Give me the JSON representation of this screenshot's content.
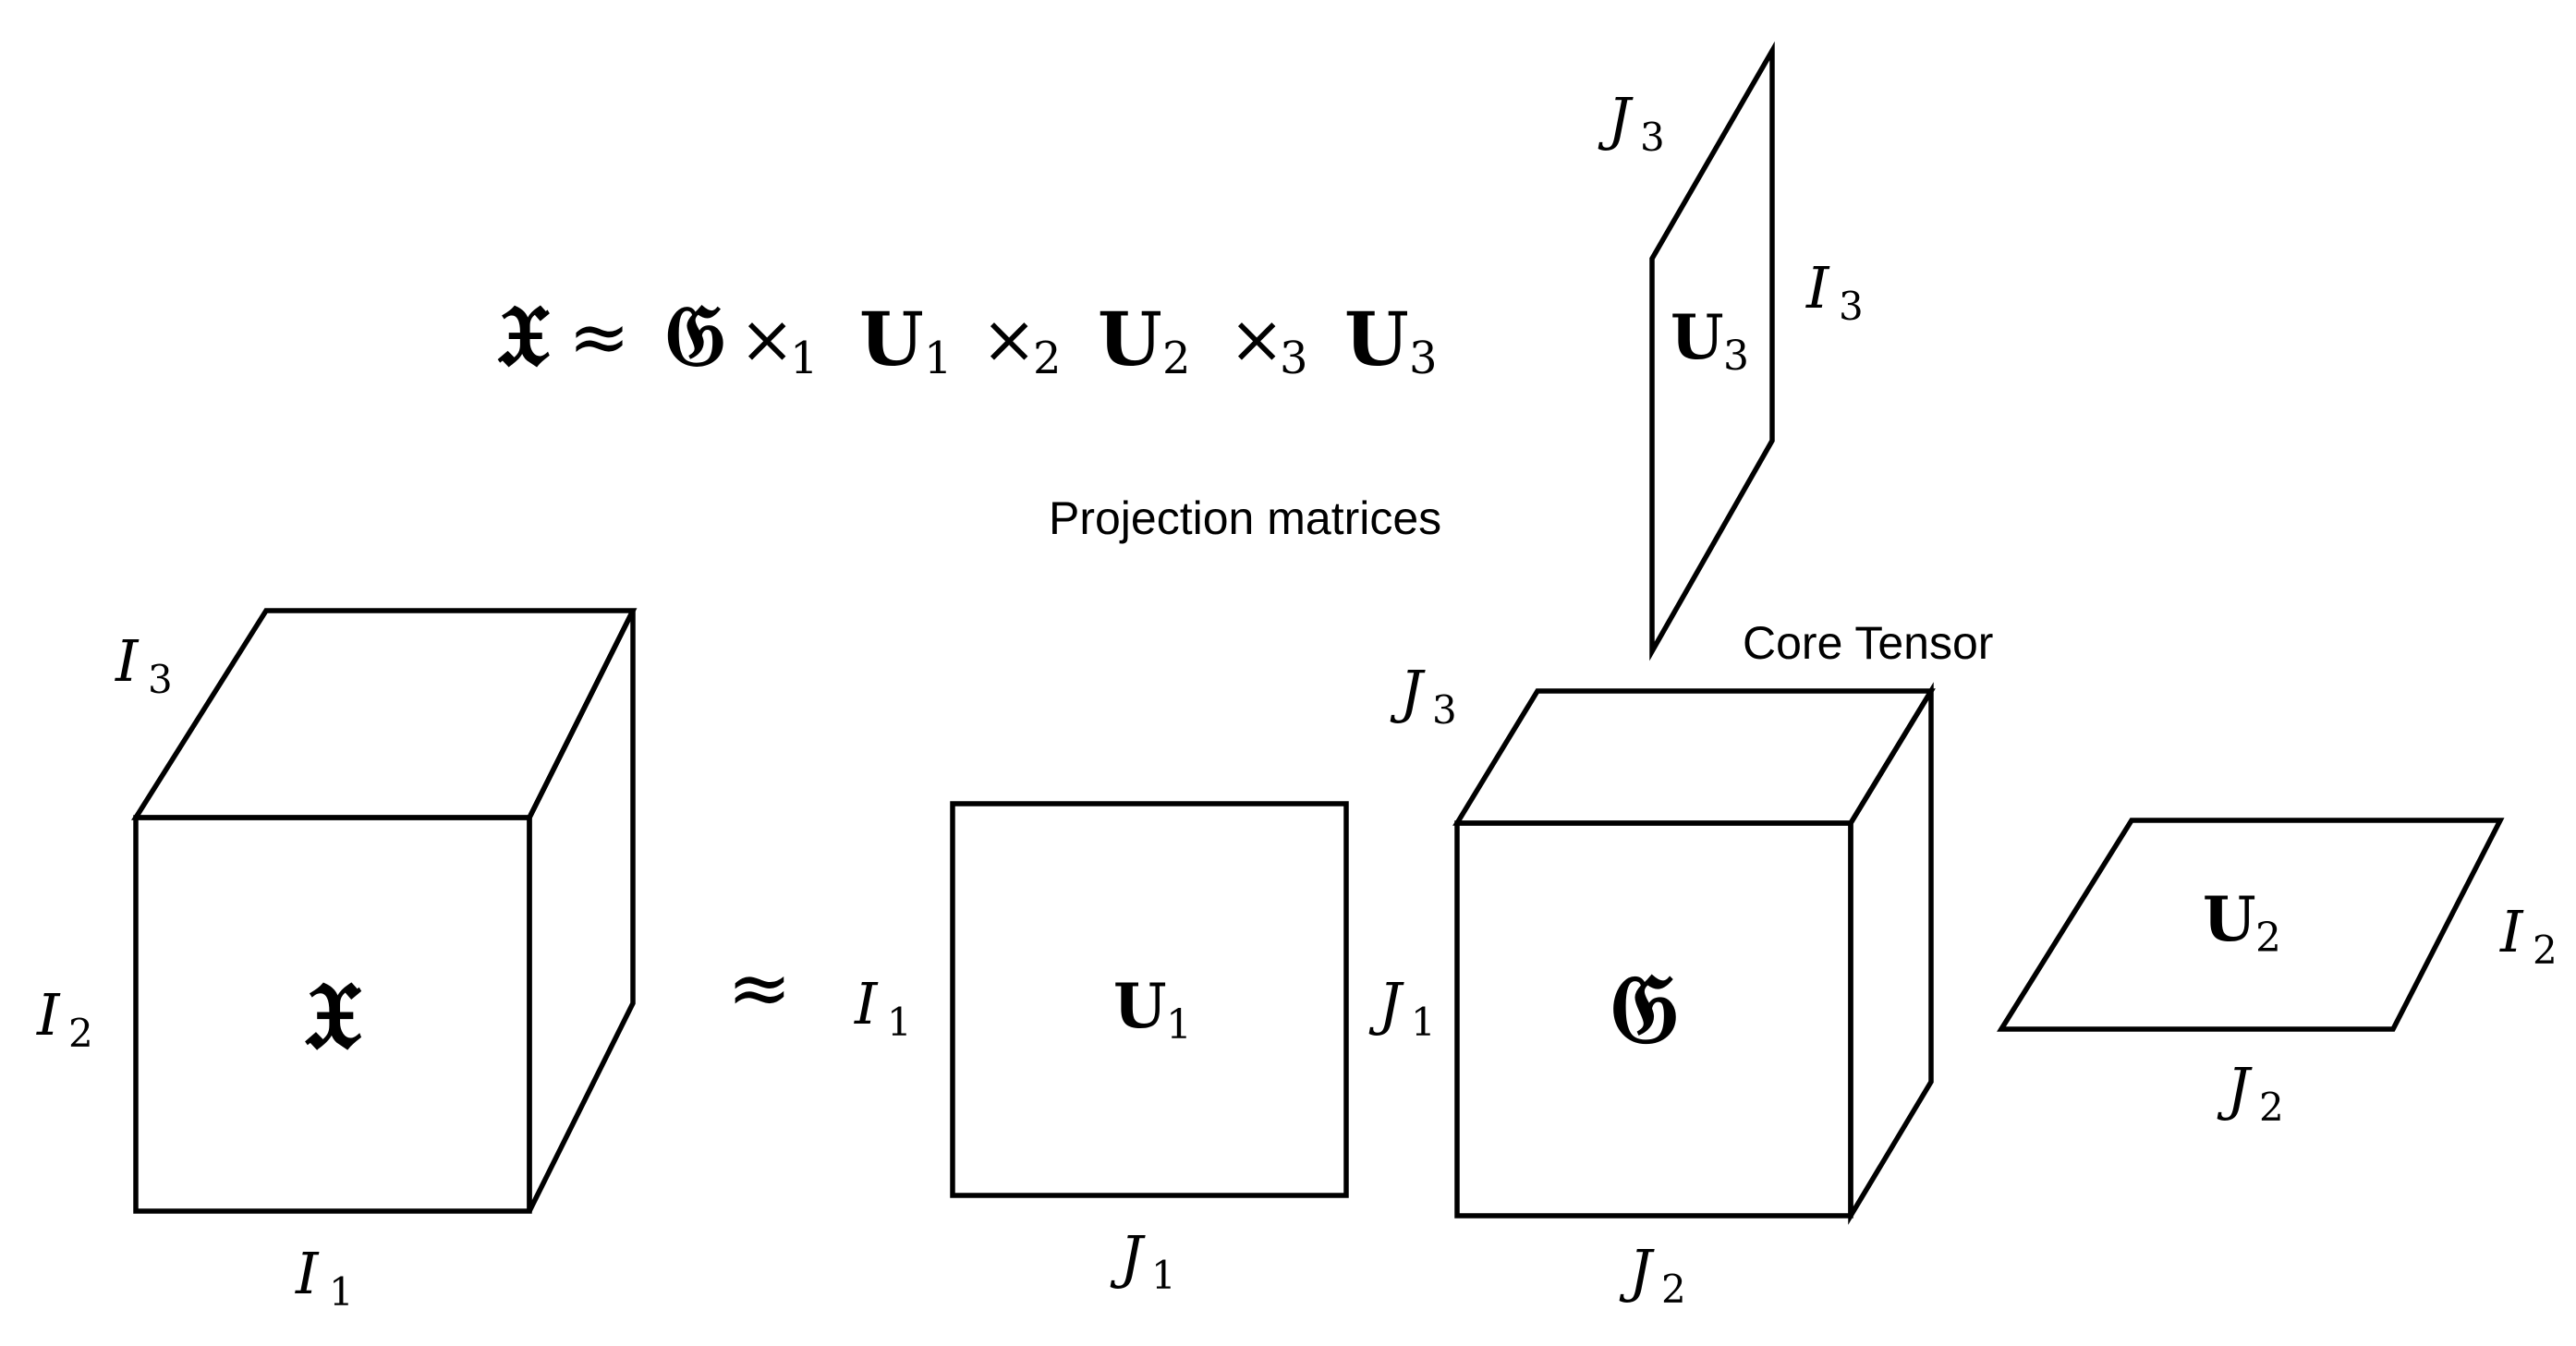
{
  "formula": {
    "lhs": "𝔛",
    "approx": "≈",
    "core": "𝔊",
    "times_1": "×",
    "sub_1": "1",
    "u1": "U",
    "u1_sub": "1",
    "times_2": "×",
    "sub_2": "2",
    "u2": "U",
    "u2_sub": "2",
    "times_3": "×",
    "sub_3": "3",
    "u3": "U",
    "u3_sub": "3"
  },
  "captions": {
    "projection_matrices": "Projection matrices",
    "core_tensor": "Core Tensor"
  },
  "tensor_x": {
    "symbol": "𝔛",
    "depth_label": "I",
    "depth_sub": "3",
    "height_label": "I",
    "height_sub": "2",
    "width_label": "I",
    "width_sub": "1"
  },
  "approx_sign": "≈",
  "matrix_u1": {
    "symbol": "U",
    "symbol_sub": "1",
    "left_label": "I",
    "left_sub": "1",
    "bottom_label": "J",
    "bottom_sub": "1"
  },
  "core_g": {
    "symbol": "𝔊",
    "depth_label": "J",
    "depth_sub": "3",
    "left_label": "J",
    "left_sub": "1",
    "bottom_label": "J",
    "bottom_sub": "2"
  },
  "matrix_u2": {
    "symbol": "U",
    "symbol_sub": "2",
    "right_label": "I",
    "right_sub": "2",
    "bottom_label": "J",
    "bottom_sub": "2"
  },
  "matrix_u3": {
    "symbol": "U",
    "symbol_sub": "3",
    "top_label": "J",
    "top_sub": "3",
    "right_label": "I",
    "right_sub": "3"
  }
}
